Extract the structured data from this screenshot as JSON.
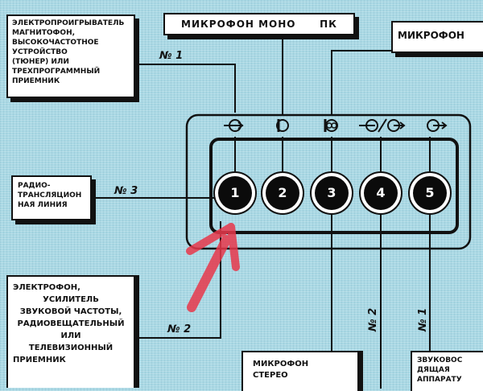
{
  "boxes": {
    "tape_sources": {
      "lines": [
        "Электропроигрыватель",
        "магнитофон,",
        "высокочастотное",
        "устройство",
        "(тюнер) или",
        "трехпрограммный",
        "приемник"
      ]
    },
    "mic_mono": {
      "lines": [
        "Микрофон моно",
        "ПК"
      ]
    },
    "mic_right": {
      "lines": [
        "Микрофон"
      ]
    },
    "radio_line": {
      "lines": [
        "Радио-",
        "трансляцион",
        "ная линия"
      ]
    },
    "electrophone": {
      "lines": [
        "Электрофон,",
        "усилитель",
        "звуковой частоты,",
        "радиовещательный",
        "или",
        "телевизионный",
        "приемник"
      ]
    },
    "mic_stereo": {
      "lines": [
        "Микрофон",
        "стерео"
      ]
    },
    "sound_device": {
      "lines": [
        "Звуковос",
        "дящая",
        "аппарату"
      ]
    }
  },
  "wire_labels": {
    "n1_top": "№ 1",
    "n3": "№ 3",
    "n2_left": "№ 2",
    "n2_vertical": "№ 2",
    "n1_vertical": "№ 1"
  },
  "sockets": [
    "1",
    "2",
    "3",
    "4",
    "5"
  ],
  "symbols": [
    "input-arrow-icon",
    "microphone-icon",
    "stereo-microphone-icon",
    "input-output-icon",
    "output-arrow-icon"
  ],
  "colors": {
    "background": "#a9d8e4",
    "ink": "#111111",
    "highlight_arrow": "#e8384b"
  }
}
